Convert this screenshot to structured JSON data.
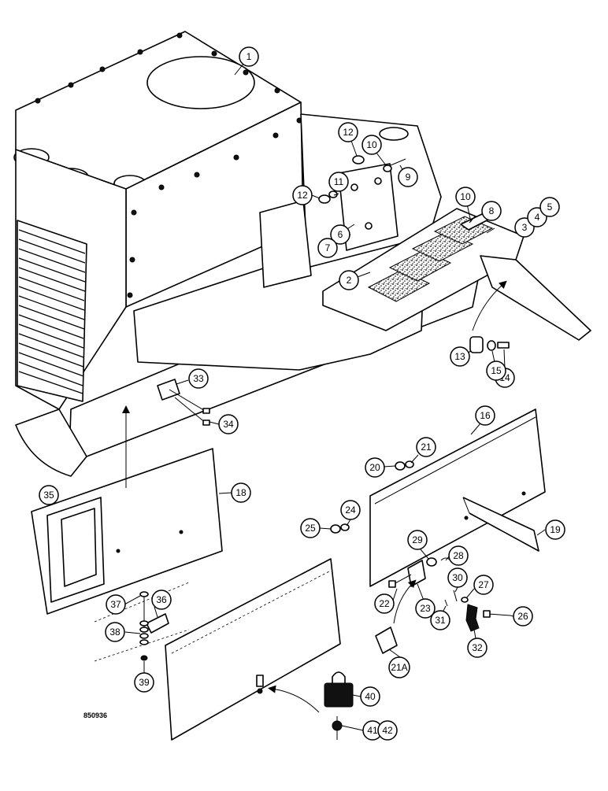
{
  "drawing": {
    "number": "850936",
    "callouts": [
      {
        "id": "c1",
        "label": "1"
      },
      {
        "id": "c2",
        "label": "2"
      },
      {
        "id": "c3",
        "label": "3"
      },
      {
        "id": "c4",
        "label": "4"
      },
      {
        "id": "c5",
        "label": "5"
      },
      {
        "id": "c6",
        "label": "6"
      },
      {
        "id": "c7",
        "label": "7"
      },
      {
        "id": "c8",
        "label": "8"
      },
      {
        "id": "c9",
        "label": "9"
      },
      {
        "id": "c10a",
        "label": "10"
      },
      {
        "id": "c10b",
        "label": "10"
      },
      {
        "id": "c11",
        "label": "11"
      },
      {
        "id": "c12a",
        "label": "12"
      },
      {
        "id": "c12b",
        "label": "12"
      },
      {
        "id": "c13",
        "label": "13"
      },
      {
        "id": "c14",
        "label": "14"
      },
      {
        "id": "c15",
        "label": "15"
      },
      {
        "id": "c16",
        "label": "16"
      },
      {
        "id": "c18",
        "label": "18"
      },
      {
        "id": "c19",
        "label": "19"
      },
      {
        "id": "c20",
        "label": "20"
      },
      {
        "id": "c21",
        "label": "21"
      },
      {
        "id": "c21a",
        "label": "21A"
      },
      {
        "id": "c22",
        "label": "22"
      },
      {
        "id": "c23",
        "label": "23"
      },
      {
        "id": "c24",
        "label": "24"
      },
      {
        "id": "c25",
        "label": "25"
      },
      {
        "id": "c26",
        "label": "26"
      },
      {
        "id": "c27",
        "label": "27"
      },
      {
        "id": "c28",
        "label": "28"
      },
      {
        "id": "c29",
        "label": "29"
      },
      {
        "id": "c30",
        "label": "30"
      },
      {
        "id": "c31",
        "label": "31"
      },
      {
        "id": "c32",
        "label": "32"
      },
      {
        "id": "c33",
        "label": "33"
      },
      {
        "id": "c34",
        "label": "34"
      },
      {
        "id": "c35",
        "label": "35"
      },
      {
        "id": "c36",
        "label": "36"
      },
      {
        "id": "c37",
        "label": "37"
      },
      {
        "id": "c38",
        "label": "38"
      },
      {
        "id": "c39",
        "label": "39"
      },
      {
        "id": "c40",
        "label": "40"
      },
      {
        "id": "c41",
        "label": "41"
      },
      {
        "id": "c42",
        "label": "42"
      }
    ]
  }
}
